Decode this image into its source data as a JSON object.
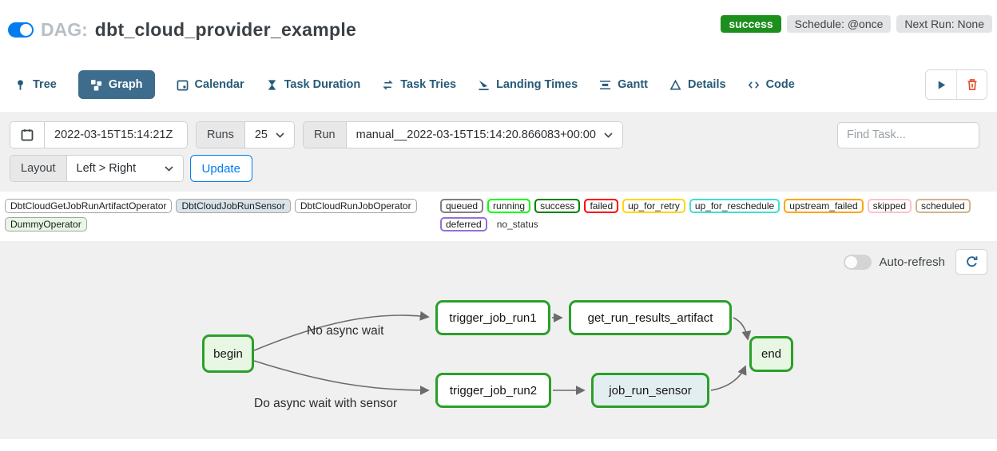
{
  "header": {
    "dag_prefix": "DAG:",
    "dag_title": "dbt_cloud_provider_example",
    "pause_toggle_state": "on",
    "status_badge": "success",
    "schedule_badge": "Schedule: @once",
    "next_run_badge": "Next Run: None",
    "colors": {
      "accent_blue": "#017cee",
      "success_green": "#1d8f1d",
      "badge_gray": "#e3e4e5"
    }
  },
  "tabs": {
    "active": "Graph",
    "items": [
      {
        "label": "Tree",
        "icon": "tree-icon"
      },
      {
        "label": "Graph",
        "icon": "graph-icon"
      },
      {
        "label": "Calendar",
        "icon": "calendar-icon"
      },
      {
        "label": "Task Duration",
        "icon": "hourglass-icon"
      },
      {
        "label": "Task Tries",
        "icon": "repeat-icon"
      },
      {
        "label": "Landing Times",
        "icon": "landing-icon"
      },
      {
        "label": "Gantt",
        "icon": "gantt-icon"
      },
      {
        "label": "Details",
        "icon": "details-icon"
      },
      {
        "label": "Code",
        "icon": "code-icon"
      }
    ],
    "action_icons": [
      "play-icon",
      "trash-icon"
    ]
  },
  "filters": {
    "base_date": "2022-03-15T15:14:21Z",
    "runs_label": "Runs",
    "runs_value": "25",
    "run_label": "Run",
    "run_value": "manual__2022-03-15T15:14:20.866083+00:00",
    "find_task_placeholder": "Find Task...",
    "layout_label": "Layout",
    "layout_value": "Left > Right",
    "update_label": "Update"
  },
  "legend": {
    "operators": [
      {
        "label": "DbtCloudGetJobRunArtifactOperator",
        "fill": "#ffffff"
      },
      {
        "label": "DbtCloudJobRunSensor",
        "fill": "#d9e3ea"
      },
      {
        "label": "DbtCloudRunJobOperator",
        "fill": "#ffffff"
      },
      {
        "label": "DummyOperator",
        "fill": "#e8f7e4"
      }
    ],
    "statuses": [
      {
        "label": "queued",
        "color": "#808080"
      },
      {
        "label": "running",
        "color": "#00ff00"
      },
      {
        "label": "success",
        "color": "#008000"
      },
      {
        "label": "failed",
        "color": "#ff0000"
      },
      {
        "label": "up_for_retry",
        "color": "#ffd700"
      },
      {
        "label": "up_for_reschedule",
        "color": "#40e0d0"
      },
      {
        "label": "upstream_failed",
        "color": "#ffa500"
      },
      {
        "label": "skipped",
        "color": "#ffc0cb"
      },
      {
        "label": "scheduled",
        "color": "#d2b48c"
      },
      {
        "label": "deferred",
        "color": "#9370db"
      },
      {
        "label": "no_status",
        "color": "#ffffff"
      }
    ]
  },
  "graph": {
    "auto_refresh_label": "Auto-refresh",
    "auto_refresh_state": "off",
    "refresh_icon": "refresh-icon",
    "node_border_color": "#2aa02a",
    "edge_color": "#6b6b6b",
    "nodes": [
      {
        "id": "begin",
        "label": "begin",
        "fill": "#e8f7e4"
      },
      {
        "id": "trigger_job_run1",
        "label": "trigger_job_run1",
        "fill": "#ffffff"
      },
      {
        "id": "get_run_results_artifact",
        "label": "get_run_results_artifact",
        "fill": "#ffffff"
      },
      {
        "id": "end",
        "label": "end",
        "fill": "#e8f7e4"
      },
      {
        "id": "trigger_job_run2",
        "label": "trigger_job_run2",
        "fill": "#ffffff"
      },
      {
        "id": "job_run_sensor",
        "label": "job_run_sensor",
        "fill": "#e3eef1"
      }
    ],
    "edges": [
      {
        "from": "begin",
        "to": "trigger_job_run1",
        "label": "No async wait"
      },
      {
        "from": "begin",
        "to": "trigger_job_run2",
        "label": "Do async wait with sensor"
      },
      {
        "from": "trigger_job_run1",
        "to": "get_run_results_artifact",
        "label": ""
      },
      {
        "from": "trigger_job_run2",
        "to": "job_run_sensor",
        "label": ""
      },
      {
        "from": "get_run_results_artifact",
        "to": "end",
        "label": ""
      },
      {
        "from": "job_run_sensor",
        "to": "end",
        "label": ""
      }
    ]
  }
}
